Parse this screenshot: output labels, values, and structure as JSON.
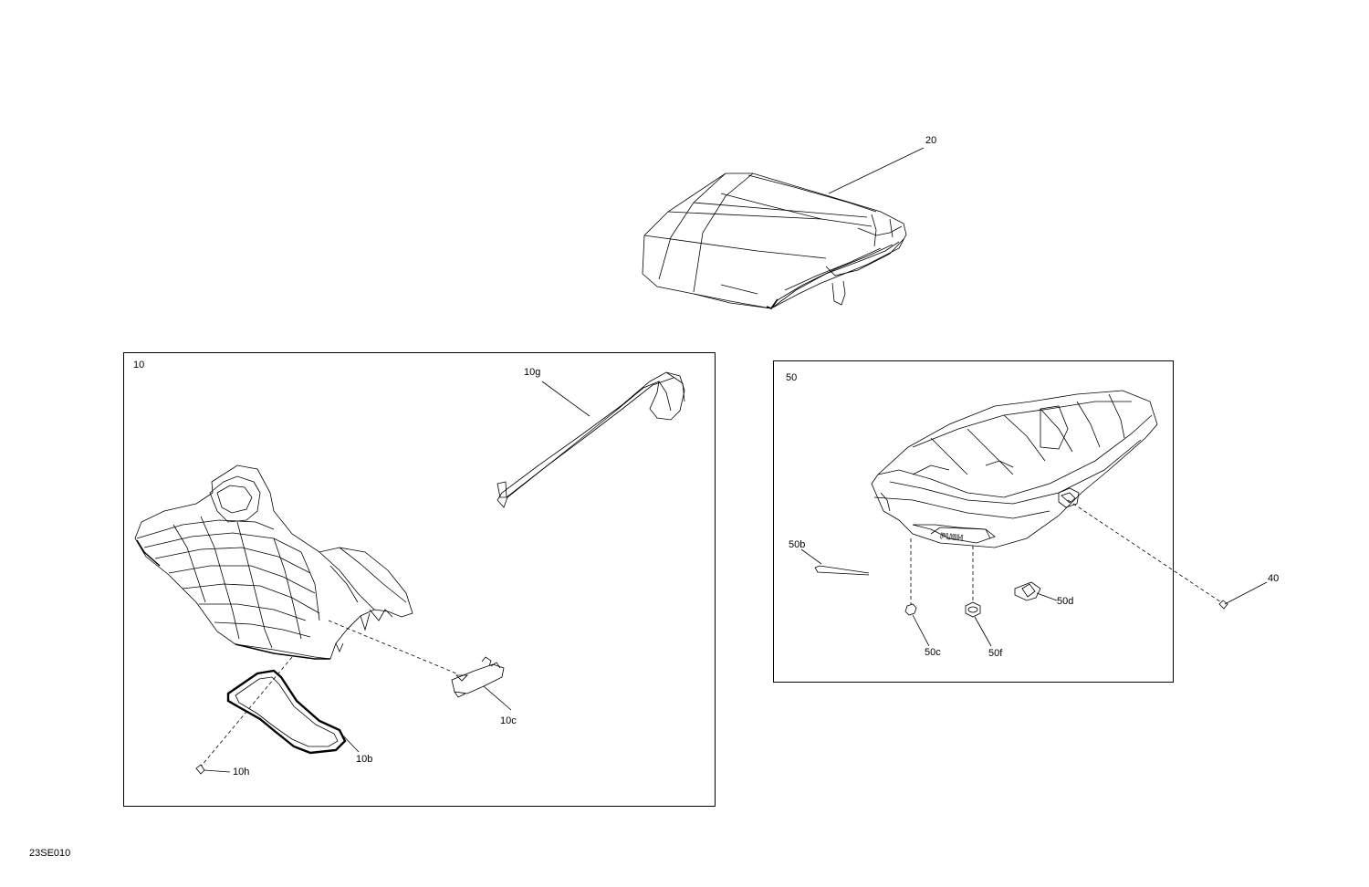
{
  "drawing_id": "23SE010",
  "callouts": {
    "c20": "20",
    "c10": "10",
    "c10g": "10g",
    "c10c": "10c",
    "c10b": "10b",
    "c10h": "10h",
    "c50": "50",
    "c50b": "50b",
    "c50c": "50c",
    "c50d": "50d",
    "c50f": "50f",
    "c40": "40"
  },
  "part_illustrations": {
    "p20": "seat-cover",
    "p10": "seat-base",
    "p10g": "strap",
    "p10c": "latch",
    "p10b": "seal",
    "p10h": "screw",
    "p50": "storage-bin",
    "p50b": "pin",
    "p50c": "nut",
    "p50d": "clip",
    "p50f": "push-rivet",
    "p40": "screw"
  },
  "bin_embossing": "PUSH"
}
